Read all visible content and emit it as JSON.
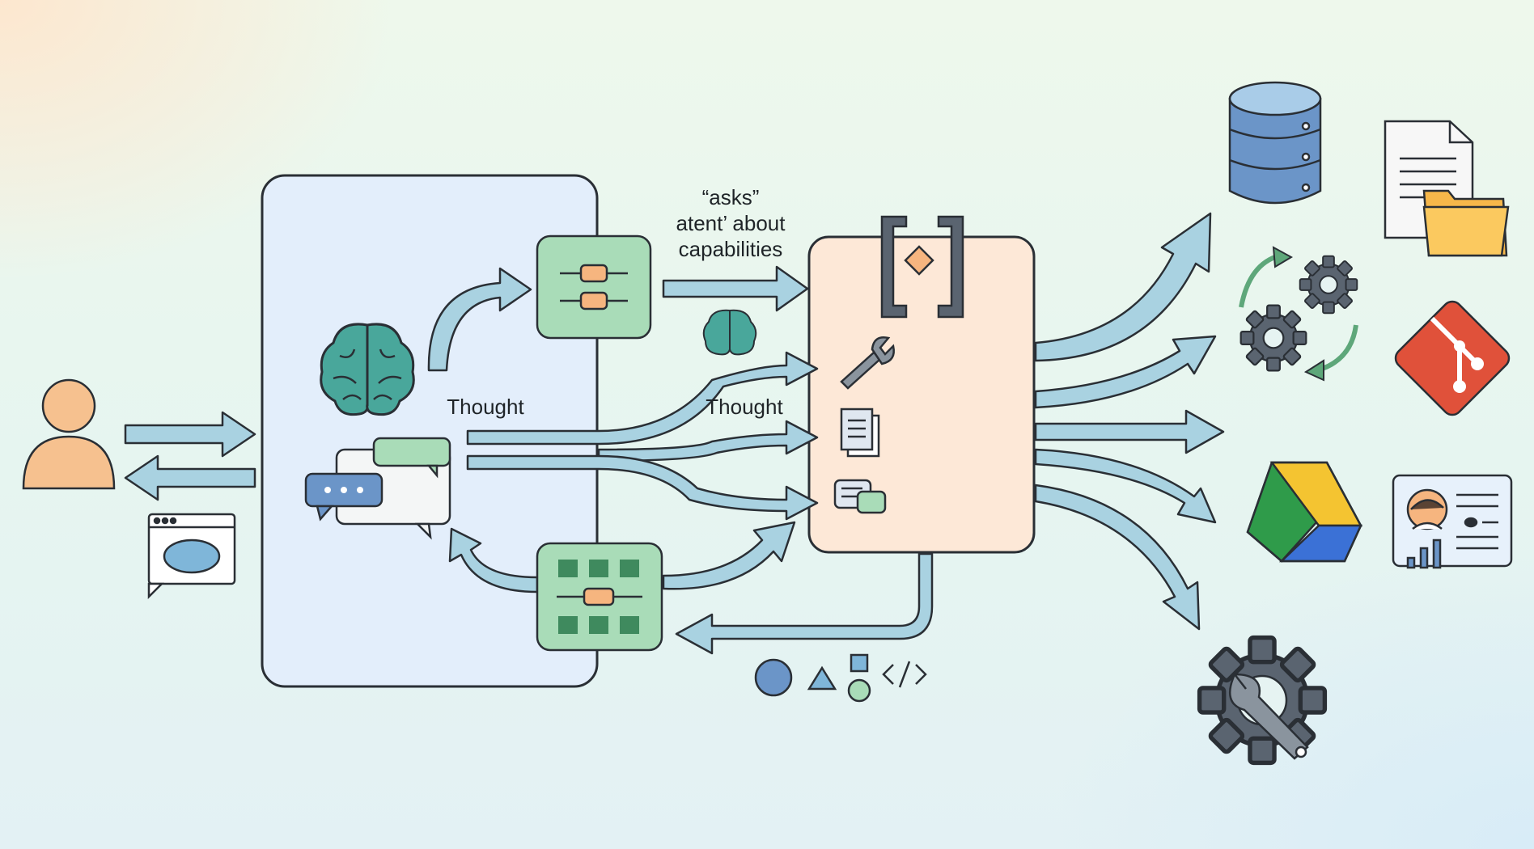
{
  "labels": {
    "asks_line1": "“asks”",
    "asks_line2": "atent’ about",
    "asks_line3": "capabilities",
    "thought_left": "Thought",
    "thought_right": "Thought"
  },
  "colors": {
    "arrow_fill": "#a9d2e1",
    "outline": "#2a2f35",
    "agent_panel": "#e3eefb",
    "server_panel": "#fde8d7",
    "green_module": "#a9dcb8",
    "orange_accent": "#f6b57f",
    "brain": "#49a79b",
    "user": "#f6c18f",
    "database": "#6b95c8",
    "git": "#e0513a",
    "gear": "#5a6470"
  },
  "icons": [
    "user-icon",
    "browser-chat-icon",
    "brain-icon",
    "chat-bubbles-icon",
    "module-connector-icon",
    "module-grid-icon",
    "small-brain-icon",
    "server-bracket-icon",
    "wrench-icon",
    "documents-icon",
    "chat-icon",
    "shapes-code-icon",
    "database-icon",
    "file-folder-icon",
    "sync-gears-icon",
    "git-icon",
    "drive-icon",
    "profile-card-icon",
    "settings-wrench-icon"
  ]
}
